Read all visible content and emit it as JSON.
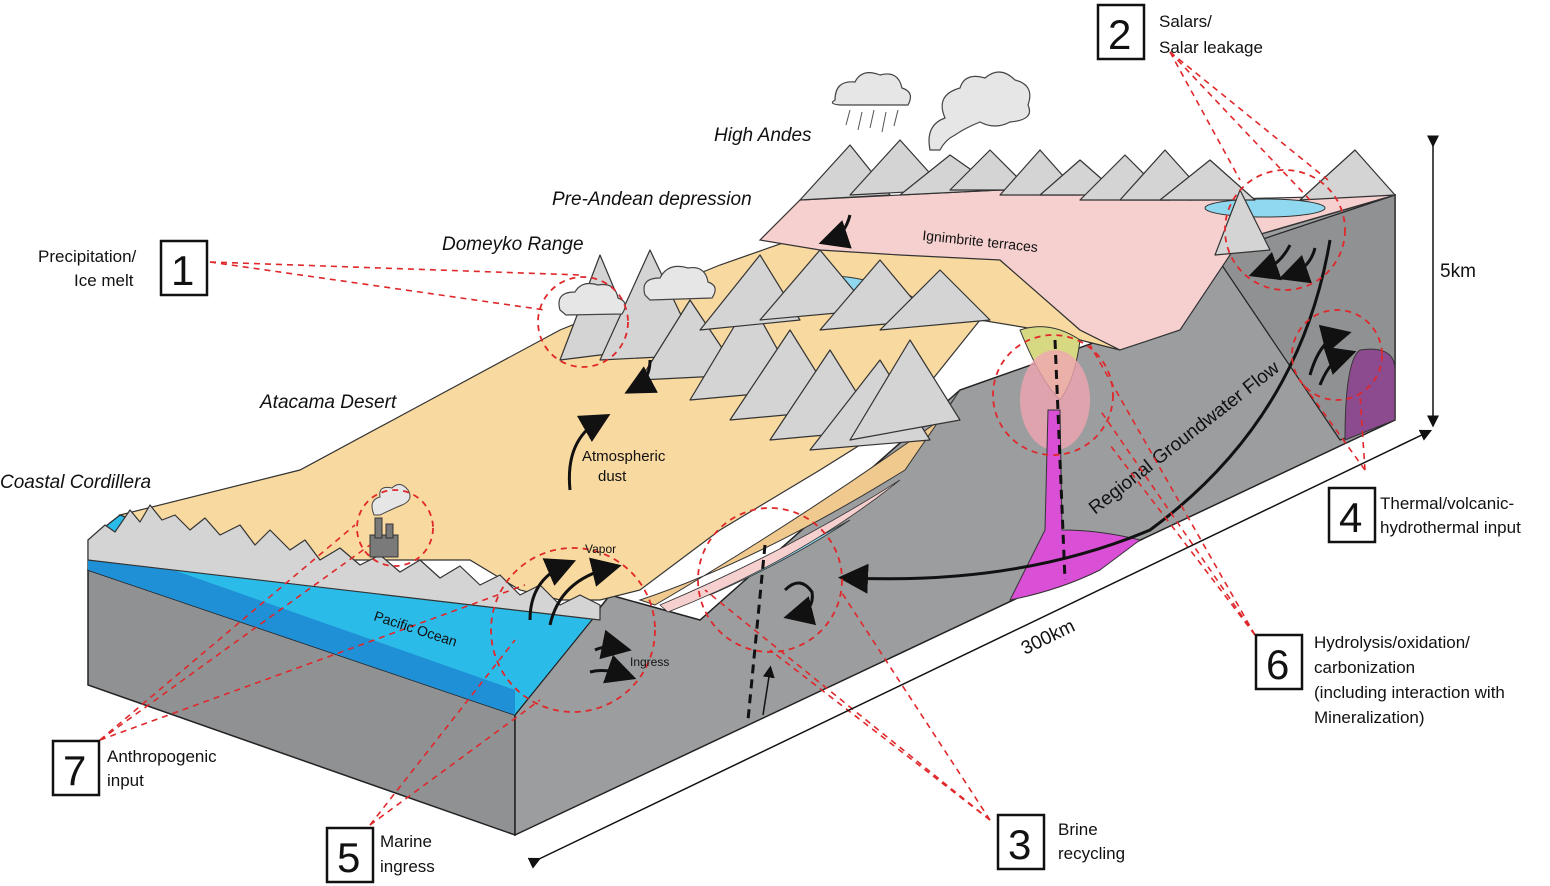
{
  "regions": {
    "high_andes": "High Andes",
    "pre_andean": "Pre-Andean depression",
    "domeyko": "Domeyko Range",
    "atacama": "Atacama Desert",
    "coastal": "Coastal Cordillera",
    "ignimbrite": "Ignimbrite terraces",
    "pacific": "Pacific Ocean"
  },
  "features": {
    "dust_line1": "Atmospheric",
    "dust_line2": "dust",
    "vapor": "Vapor",
    "ingress": "Ingress",
    "groundwater": "Regional Groundwater Flow"
  },
  "scale": {
    "height": "5km",
    "length": "300km"
  },
  "processes": [
    {
      "number": "1",
      "line1": "Precipitation/",
      "line2": "Ice melt"
    },
    {
      "number": "2",
      "line1": "Salars/",
      "line2": "Salar leakage"
    },
    {
      "number": "3",
      "line1": "Brine",
      "line2": "recycling"
    },
    {
      "number": "4",
      "line1": "Thermal/volcanic-",
      "line2": "hydrothermal input"
    },
    {
      "number": "5",
      "line1": "Marine",
      "line2": "ingress"
    },
    {
      "number": "6",
      "line1": "Hydrolysis/oxidation/",
      "line2": "carbonization",
      "line3": "(including interaction with",
      "line4": "Mineralization)"
    },
    {
      "number": "7",
      "line1": "Anthropogenic",
      "line2": "input"
    }
  ],
  "colors": {
    "desert": "#f8d9a0",
    "ignimbrite": "#f6d0cf",
    "rock": "#9a9c9e",
    "ocean": "#2bbbe8",
    "magma": "#d94fd6",
    "volcanic_purple": "#8c4a8f",
    "leader": "#e0282b"
  }
}
